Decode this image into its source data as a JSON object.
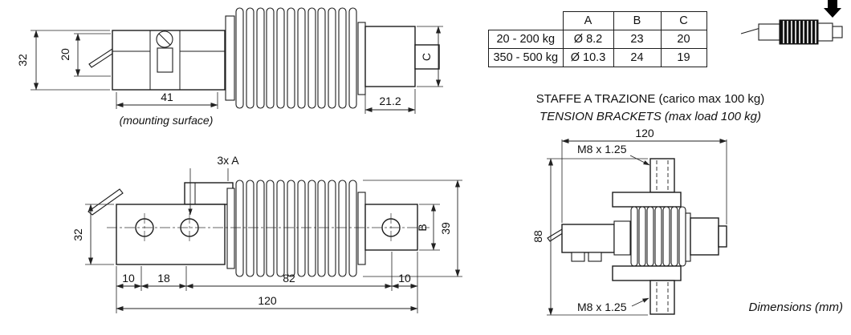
{
  "side_view": {
    "dim_height_overall": "32",
    "dim_height_inner": "20",
    "dim_mounting": "41",
    "mounting_caption": "(mounting surface)",
    "dim_end_length": "21.2",
    "dim_end_height": "C"
  },
  "top_view": {
    "holes_label": "3x A",
    "dim_height": "32",
    "dim_end_height": "B",
    "dim_bellows_od": "39",
    "dim_seg_1": "10",
    "dim_seg_2": "18",
    "dim_seg_3": "82",
    "dim_seg_4": "10",
    "dim_total": "120"
  },
  "bracket_view": {
    "dim_total": "120",
    "thread_top_label": "M8 x 1.25",
    "dim_height": "88",
    "thread_bottom_label": "M8 x 1.25"
  },
  "table": {
    "headers": [
      "A",
      "B",
      "C"
    ],
    "rows": [
      {
        "range": "20 - 200 kg",
        "a": "Ø 8.2",
        "b": "23",
        "c": "20"
      },
      {
        "range": "350 - 500 kg",
        "a": "Ø 10.3",
        "b": "24",
        "c": "19"
      }
    ]
  },
  "captions": {
    "brackets_line1": "STAFFE A TRAZIONE (carico max 100 kg)",
    "brackets_line2": "TENSION BRACKETS (max load 100 kg)",
    "dimensions_note": "Dimensions (mm)"
  }
}
